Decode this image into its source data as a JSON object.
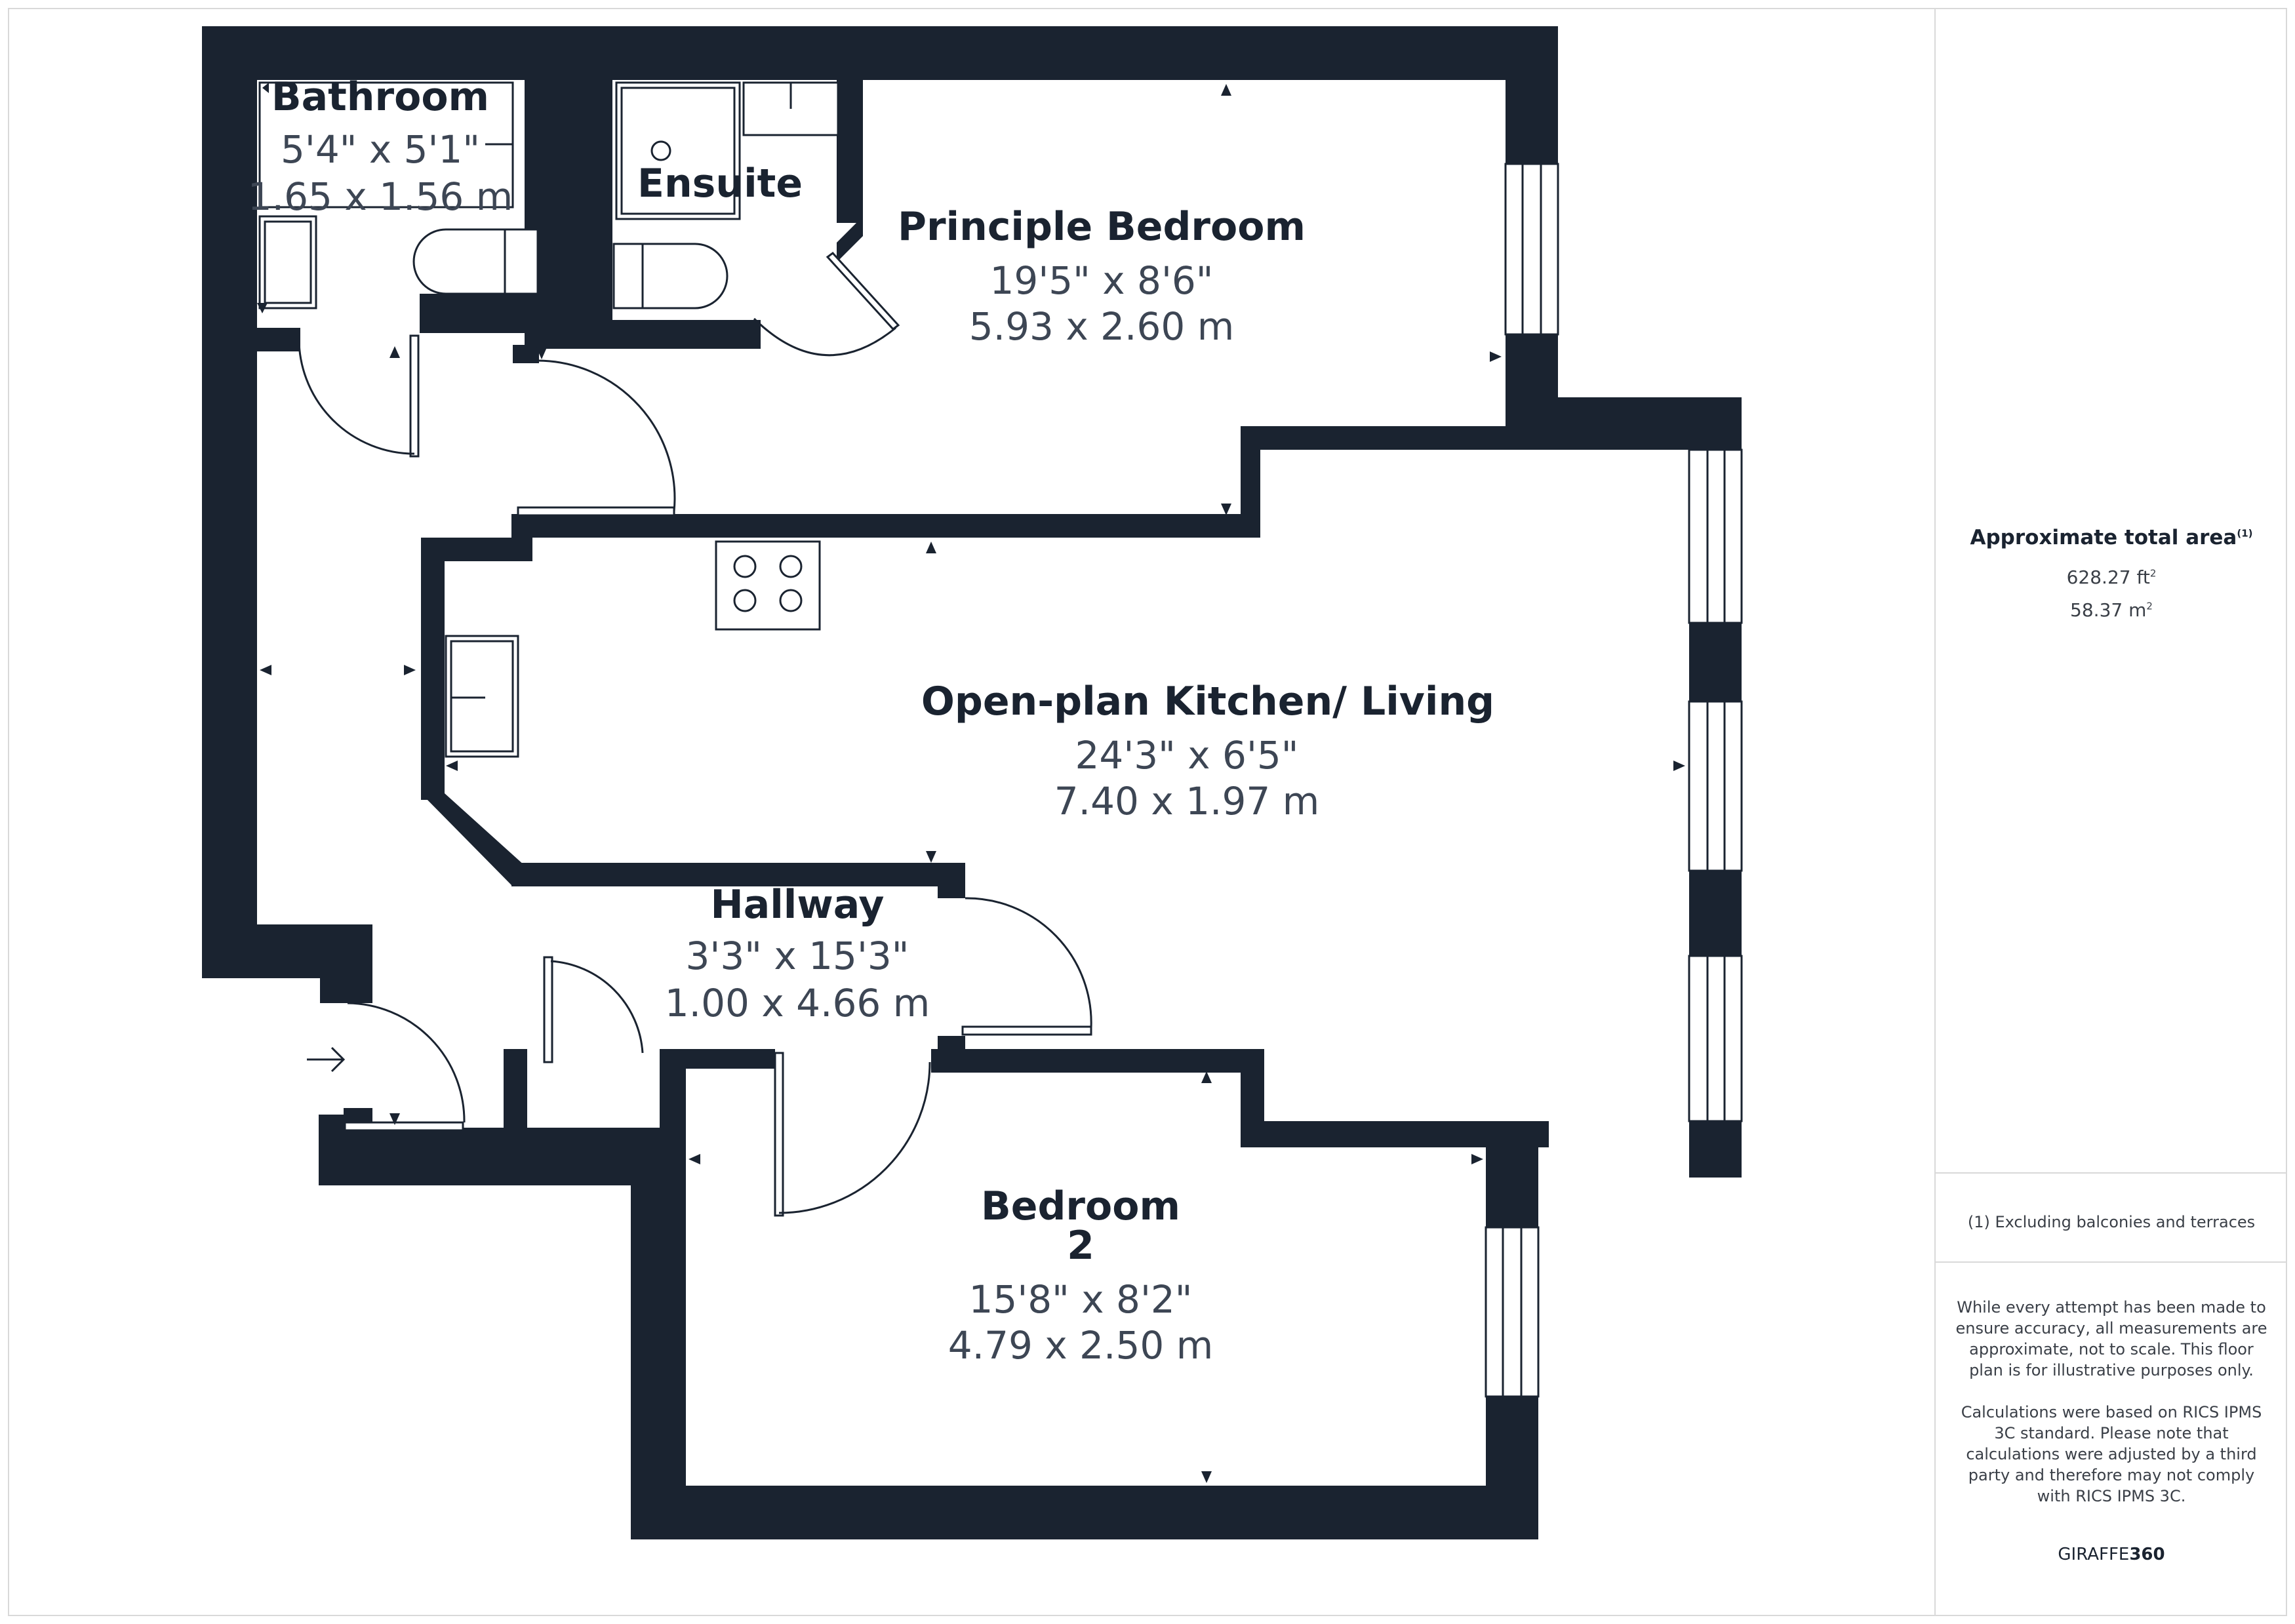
{
  "rooms": [
    {
      "key": "bathroom",
      "name": "Bathroom",
      "dim_imperial": "5'4\" x 5'1\"",
      "dim_metric": "1.65 x 1.56 m"
    },
    {
      "key": "ensuite",
      "name": "Ensuite"
    },
    {
      "key": "principle_bedroom",
      "name": "Principle Bedroom",
      "dim_imperial": "19'5\" x 8'6\"",
      "dim_metric": "5.93 x 2.60 m"
    },
    {
      "key": "kitchen_living",
      "name": "Open-plan Kitchen/ Living",
      "dim_imperial": "24'3\" x 6'5\"",
      "dim_metric": "7.40 x 1.97 m"
    },
    {
      "key": "hallway",
      "name": "Hallway",
      "dim_imperial": "3'3\" x 15'3\"",
      "dim_metric": "1.00 x 4.66 m"
    },
    {
      "key": "bedroom2",
      "name_line1": "Bedroom",
      "name_line2": "2",
      "dim_imperial": "15'8\" x 8'2\"",
      "dim_metric": "4.79 x 2.50 m"
    }
  ],
  "area": {
    "title": "Approximate total area",
    "title_sup": "(1)",
    "sqft": "628.27 ft",
    "sqft_sup": "2",
    "sqm": "58.37 m",
    "sqm_sup": "2"
  },
  "footnote": "(1) Excluding balconies and terraces",
  "disclaimer": [
    "While every attempt has been made to",
    "ensure accuracy, all measurements are",
    "approximate, not to scale. This floor",
    "plan is for illustrative purposes only.",
    "",
    "Calculations were based on RICS IPMS",
    "3C standard. Please note that",
    "calculations were adjusted by a third",
    "party and therefore may not comply",
    "with RICS IPMS 3C."
  ],
  "brand": {
    "part1": "GIRAFFE",
    "part2": "360"
  },
  "colors": {
    "wall": "#1a2330",
    "text": "#3d4654",
    "border": "#d9d9d9"
  }
}
